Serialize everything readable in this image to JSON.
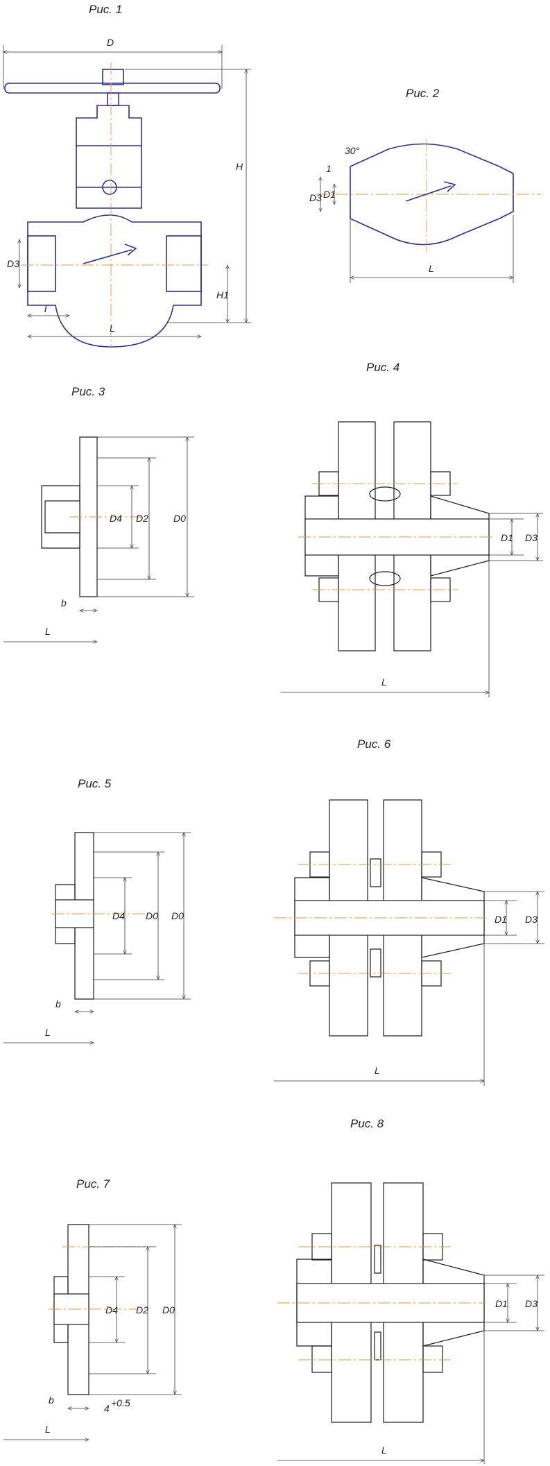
{
  "figures": {
    "fig1": {
      "caption": "Рис. 1",
      "labels": {
        "d": "D",
        "h": "H",
        "h1": "H1",
        "d3": "D3",
        "l_small": "l",
        "l_big": "L"
      }
    },
    "fig2": {
      "caption": "Рис. 2",
      "labels": {
        "angle": "30°",
        "one": "1",
        "d3": "D3",
        "d1": "D1",
        "l_big": "L"
      }
    },
    "fig3": {
      "caption": "Рис. 3",
      "labels": {
        "d4": "D4",
        "d2": "D2",
        "d0": "D0",
        "b": "b",
        "l_big": "L"
      }
    },
    "fig4": {
      "caption": "Рис. 4",
      "labels": {
        "d1": "D1",
        "d3": "D3",
        "l_big": "L"
      }
    },
    "fig5": {
      "caption": "Рис. 5",
      "labels": {
        "d4": "D4",
        "d0a": "D0",
        "d0b": "D0",
        "b": "b",
        "l_big": "L"
      }
    },
    "fig6": {
      "caption": "Рис. 6",
      "labels": {
        "d1": "D1",
        "d3": "D3",
        "l_big": "L"
      }
    },
    "fig7": {
      "caption": "Рис. 7",
      "labels": {
        "d4": "D4",
        "d2": "D2",
        "d0": "D0",
        "b": "b",
        "l_big": "L",
        "tol": "4",
        "tol_sup": "+0.5"
      }
    },
    "fig8": {
      "caption": "Рис. 8",
      "labels": {
        "d1": "D1",
        "d3": "D3",
        "l_big": "L"
      }
    }
  }
}
